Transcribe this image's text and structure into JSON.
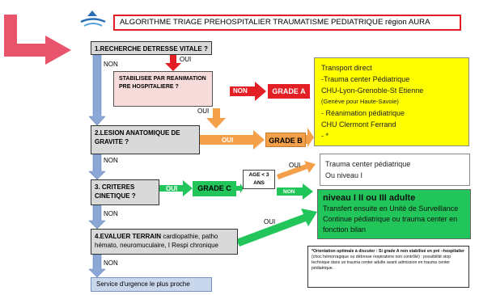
{
  "title": "ALGORITHME TRIAGE PREHOSPITALIER TRAUMATISME PEDIATRIQUE  région AURA",
  "steps": {
    "s1": "1.RECHERCHE DETRESSE VITALE ?",
    "s1b": "STABILISEE PAR REANIMATION PRE HOSPITALIERE ?",
    "s2": "2.LESION ANATOMIQUE DE GRAVITE ?",
    "s3": "3. CRITERES CINETIQUE ?",
    "s4_bold": "4.EVALUER TERRAIN",
    "s4_rest": " cardiopathie, patho hémato, neuromuculaire, I Respi chronique"
  },
  "labels": {
    "non": "NON",
    "oui": "OUI",
    "age": "AGE < 3 ANS"
  },
  "grades": {
    "a": "GRADE A",
    "b": "GRADE B",
    "c": "GRADE C"
  },
  "yellow": {
    "l1": "Transport direct",
    "l2": "-Trauma center Pédiatrique",
    "l3": "CHU-Lyon-Grenoble-St Etienne",
    "l4": "(Genève pour Haute-Savoie)",
    "l5": "- Réanimation pédiatrique",
    "l6": "CHU Clermont Ferrand",
    "l7": "- *"
  },
  "white": {
    "l1": "Trauma center pédiatrique",
    "l2": "Ou niveau I"
  },
  "green": {
    "l1": "niveau I  II  ou III adulte",
    "l2": "Transfert ensuite en Unité de Surveillance Continue pédiatrique ou trauma center en fonction bilan"
  },
  "note": {
    "bold": "*Orientation optimale à discuter : Si grade A non stabilisé en pré –hospitalier",
    "rest": " (choc hémorragique ou détresse respiratoire non contrôlé) : possibilité  stop  technique dans un trauma center adulte avant admission en trauma center pédiatrique."
  },
  "service": "Service d'urgence le plus proche",
  "colors": {
    "red": "#e31e24",
    "orange": "#f4a04a",
    "green": "#22c55a",
    "blue": "#8aa7d6",
    "pink": "#e8546b",
    "yellow": "#ffff00"
  }
}
